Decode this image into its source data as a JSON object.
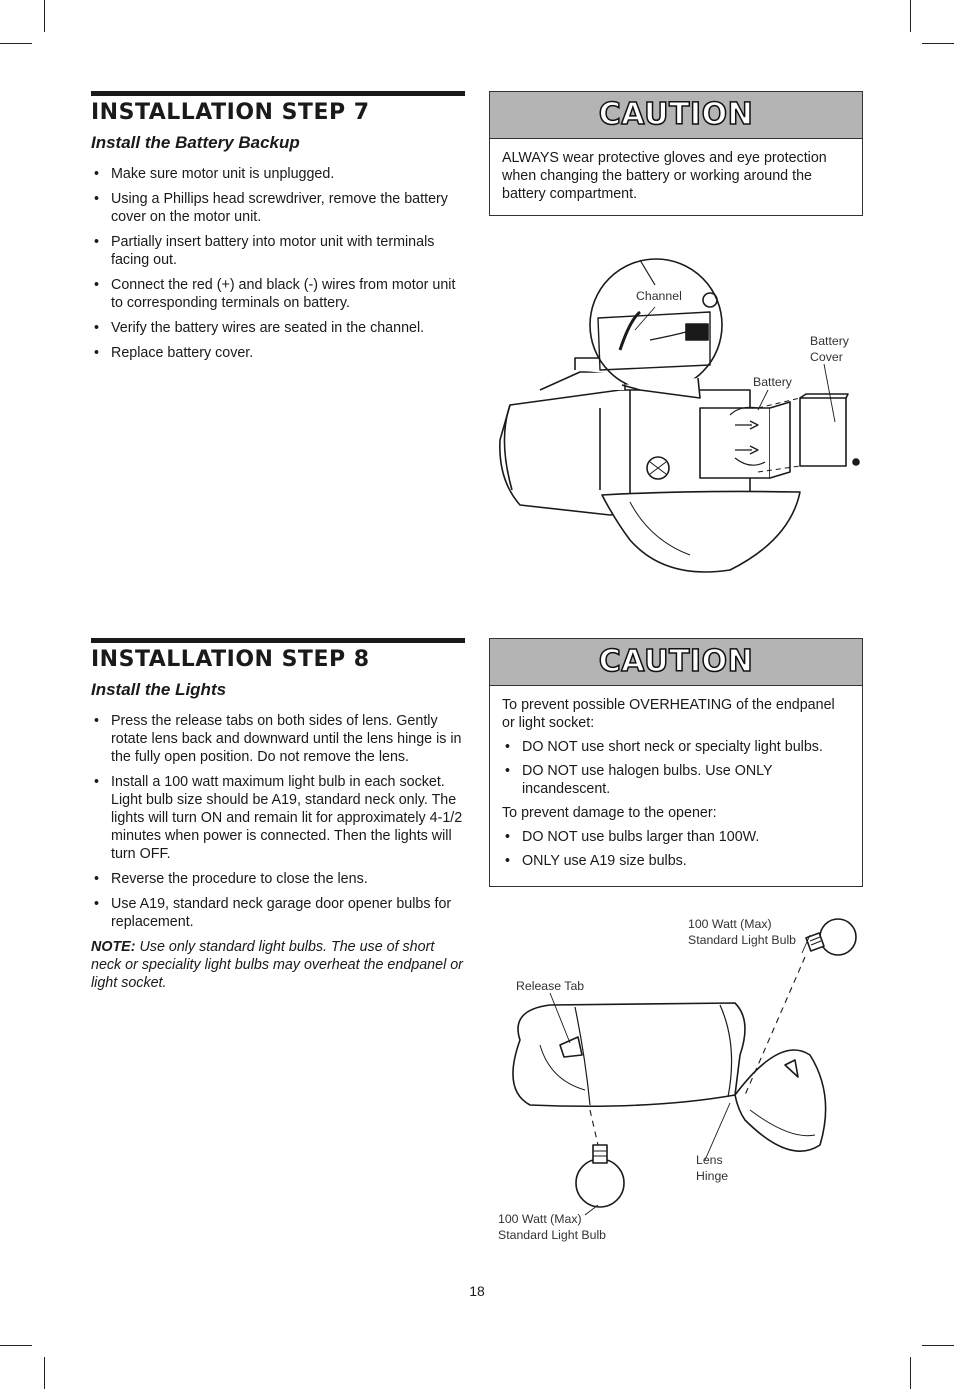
{
  "step7": {
    "title": "INSTALLATION STEP 7",
    "subtitle": "Install the Battery Backup",
    "bullets": [
      "Make sure motor unit is unplugged.",
      "Using a Phillips head screwdriver, remove the battery cover on the motor unit.",
      "Partially insert battery into motor unit with terminals facing out.",
      "Connect the red (+) and black (-) wires from motor unit to corresponding terminals on battery.",
      "Verify the battery wires are seated in the channel.",
      "Replace battery cover."
    ]
  },
  "caution1": {
    "heading": "CAUTION",
    "text": "ALWAYS wear protective gloves and eye protection when changing the battery or working around the battery compartment."
  },
  "figure1": {
    "channel": "Channel",
    "battery_cover_1": "Battery",
    "battery_cover_2": "Cover",
    "battery": "Battery"
  },
  "step8": {
    "title": "INSTALLATION STEP 8",
    "subtitle": "Install the Lights",
    "bullets": [
      "Press the release tabs on both sides of lens. Gently rotate lens back and downward until the lens hinge is in the fully open position. Do not remove the lens.",
      "Install a 100 watt maximum light bulb in each socket. Light bulb size should be A19, standard neck only. The lights will turn ON and remain lit for approximately 4-1/2 minutes when power is connected. Then the lights will turn OFF.",
      "Reverse the procedure to close the lens.",
      "Use A19, standard neck garage door opener bulbs for replacement."
    ],
    "note_label": "NOTE:",
    "note_text": "Use only standard light bulbs. The use of short neck or speciality light bulbs may overheat the endpanel or light socket."
  },
  "caution2": {
    "heading": "CAUTION",
    "intro1": "To prevent possible OVERHEATING of the endpanel or light socket:",
    "bullets1": [
      "DO NOT use short neck or specialty light bulbs.",
      "DO NOT use halogen bulbs. Use ONLY incandescent."
    ],
    "intro2": "To prevent damage to the opener:",
    "bullets2": [
      "DO NOT use bulbs larger than 100W.",
      "ONLY use A19 size bulbs."
    ]
  },
  "figure2": {
    "bulb_top_1": "100 Watt (Max)",
    "bulb_top_2": "Standard Light Bulb",
    "release_tab": "Release Tab",
    "lens_hinge_1": "Lens",
    "lens_hinge_2": "Hinge",
    "bulb_bottom_1": "100 Watt (Max)",
    "bulb_bottom_2": "Standard Light Bulb"
  },
  "page_number": "18"
}
